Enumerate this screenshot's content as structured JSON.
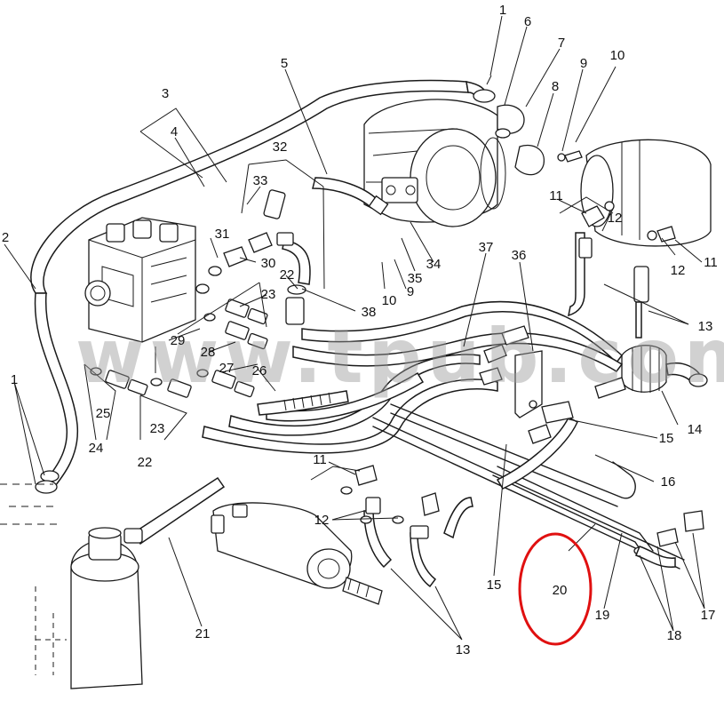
{
  "watermark": "www.tpub.com",
  "highlight": {
    "color": "#e01010",
    "target": "20"
  },
  "callouts": [
    "1",
    "6",
    "7",
    "9",
    "10",
    "3",
    "5",
    "8",
    "4",
    "32",
    "33",
    "2",
    "11",
    "12",
    "12",
    "11",
    "31",
    "30",
    "22",
    "23",
    "37",
    "36",
    "38",
    "10",
    "9",
    "35",
    "34",
    "13",
    "29",
    "28",
    "27",
    "26",
    "1",
    "25",
    "24",
    "23",
    "22",
    "14",
    "15",
    "16",
    "11",
    "12",
    "21",
    "15",
    "20",
    "19",
    "13",
    "18",
    "17"
  ]
}
